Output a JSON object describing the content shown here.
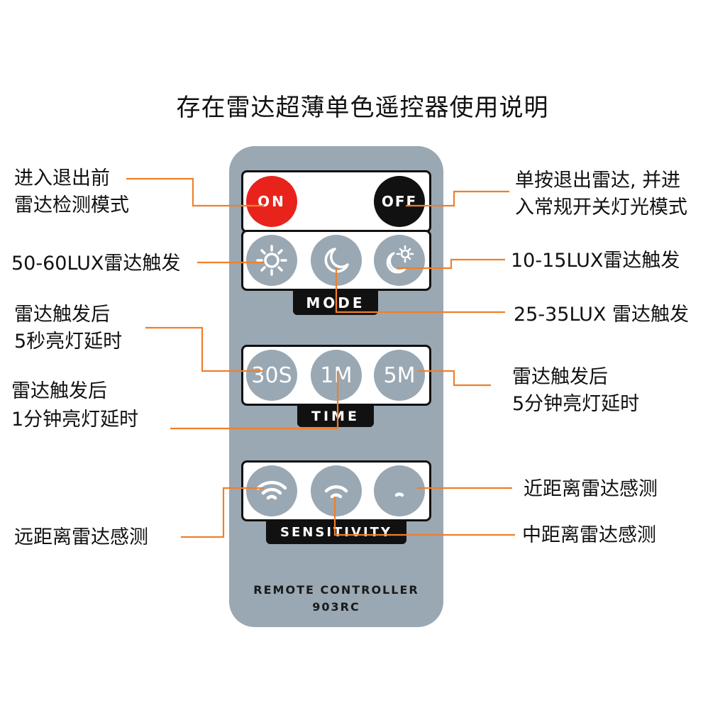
{
  "title": "存在雷达超薄单色遥控器使用说明",
  "colors": {
    "remote_body": "#9aa8b3",
    "on_button": "#e8231c",
    "off_button": "#111111",
    "leader_lines": "#f07f2a"
  },
  "buttons": {
    "on": "ON",
    "off": "OFF",
    "mode": [
      {
        "icon": "sun-icon"
      },
      {
        "icon": "moon-icon"
      },
      {
        "icon": "moon-sun-icon"
      }
    ],
    "time": [
      "30S",
      "1M",
      "5M"
    ],
    "sensitivity": [
      {
        "icon": "wifi-strong-icon"
      },
      {
        "icon": "wifi-medium-icon"
      },
      {
        "icon": "wifi-weak-icon"
      }
    ]
  },
  "panel_labels": {
    "mode": "MODE",
    "time": "TIME",
    "sensitivity": "SENSITIVITY"
  },
  "footer": {
    "line1": "REMOTE CONTROLLER",
    "line2": "903RC"
  },
  "annotations": {
    "on_1": "进入退出前",
    "on_2": "雷达检测模式",
    "off_1": "单按退出雷达, 并进",
    "off_2": "入常规开关灯光模式",
    "mode_sun": "50-60LUX雷达触发",
    "mode_moon_sun": "10-15LUX雷达触发",
    "mode_moon": "25-35LUX 雷达触发",
    "time_30s_1": "雷达触发后",
    "time_30s_2": "5秒亮灯延时",
    "time_1m_1": "雷达触发后",
    "time_1m_2": "1分钟亮灯延时",
    "time_5m_1": "雷达触发后",
    "time_5m_2": "5分钟亮灯延时",
    "sens_near": "近距离雷达感测",
    "sens_far": "远距离雷达感测",
    "sens_mid": "中距离雷达感测"
  }
}
